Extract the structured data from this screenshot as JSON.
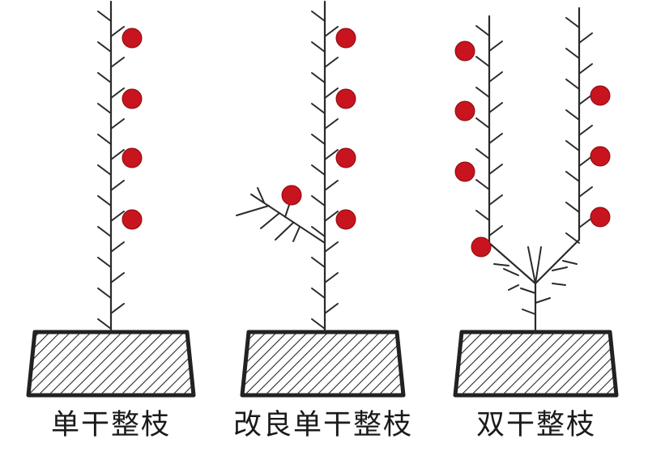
{
  "diagrams": [
    {
      "caption": "单干整枝"
    },
    {
      "caption": "改良单干整枝"
    },
    {
      "caption": "双干整枝"
    }
  ],
  "colors": {
    "stem": "#2a2a2a",
    "fruit": "#c8141e",
    "fruit_edge": "#8a0a10",
    "pot_fill": "#ffffff",
    "pot_hatch": "#2a2a2a",
    "background": "#ffffff"
  }
}
